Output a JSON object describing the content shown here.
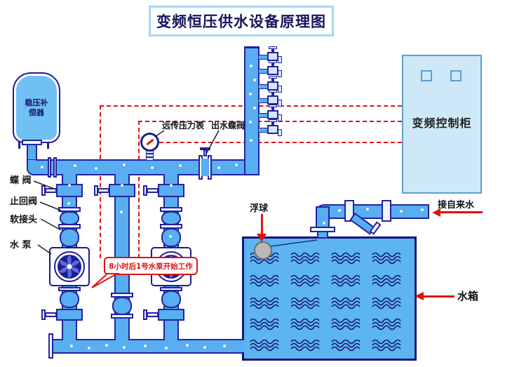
{
  "title": "变频恒压供水设备原理图",
  "left_labels": {
    "butterfly_valve": "蝶 阀",
    "check_valve": "止回阀",
    "soft_joint": "软接头",
    "water_pump": "水 泵"
  },
  "equipment": {
    "stabilizer_tank_line1": "稳压补",
    "stabilizer_tank_line2": "偿器",
    "remote_pressure_gauge": "远传压力表",
    "outlet_butterfly_valve": "出水蝶阀",
    "control_cabinet": "变频控制柜"
  },
  "tank_area": {
    "float_ball": "浮球",
    "tap_water": "接自来水",
    "water_tank": "水箱"
  },
  "callout": {
    "text": "8小时后1号水泵开始工作"
  },
  "colors": {
    "pipe_fill": "#58aef0",
    "pipe_border": "#2323a0",
    "signal_red": "#e01212",
    "tank_fill": "#5cb5f0",
    "cabinet_fill": "#cfe8f8",
    "title_border": "#a4d7f2"
  }
}
